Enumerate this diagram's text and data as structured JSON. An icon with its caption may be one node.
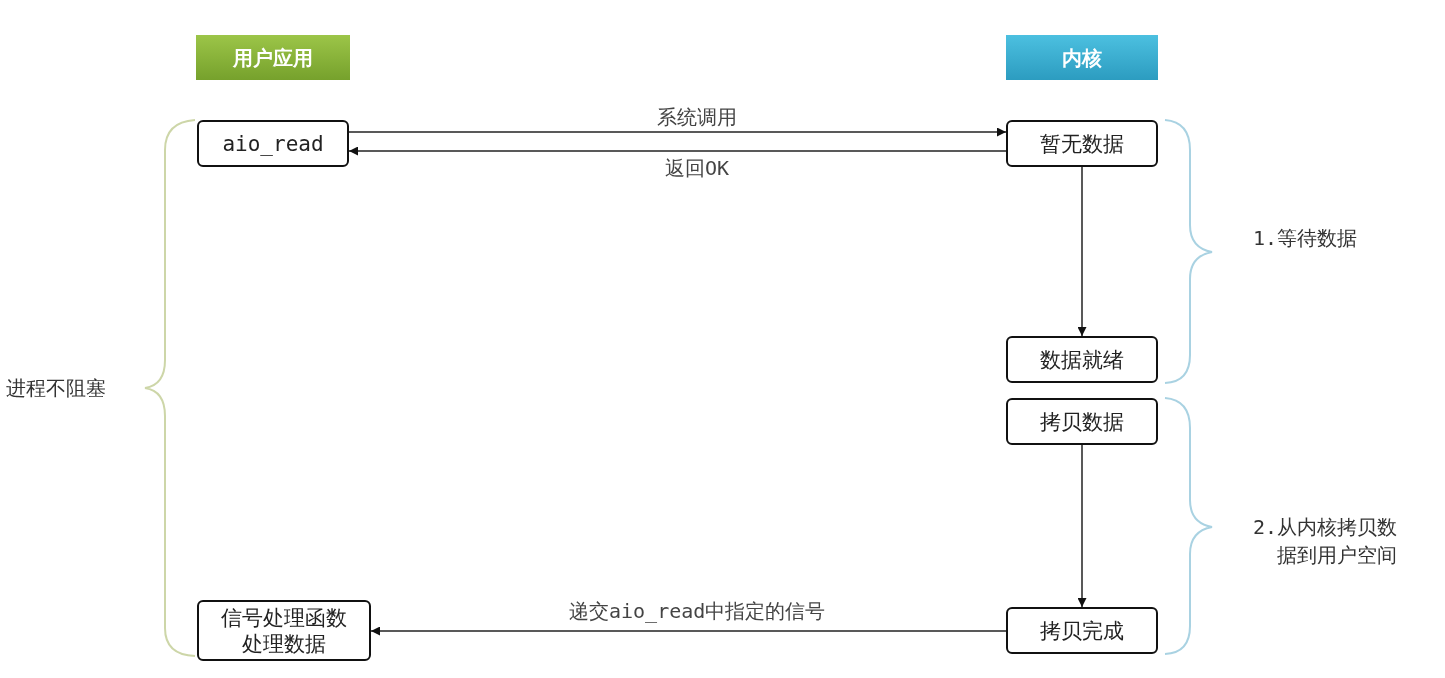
{
  "diagram": {
    "nodes": [
      {
        "text": [
          "用户应用"
        ]
      },
      {
        "text": [
          "内核"
        ]
      },
      {
        "text": [
          "aio_read"
        ]
      },
      {
        "text": [
          "暂无数据"
        ]
      },
      {
        "text": [
          "数据就绪"
        ]
      },
      {
        "text": [
          "拷贝数据"
        ]
      },
      {
        "text": [
          "拷贝完成"
        ]
      },
      {
        "text": [
          "信号处理函数处理数据"
        ]
      }
    ],
    "edges": [
      {
        "from": 2,
        "to": 3,
        "arrow": "to",
        "label": "系统调用"
      },
      {
        "from": 3,
        "to": 2,
        "arrow": "to",
        "label": "返回OK"
      },
      {
        "from": 3,
        "to": 4,
        "arrow": "to"
      },
      {
        "from": 5,
        "to": 6,
        "arrow": "to"
      },
      {
        "from": 6,
        "to": 7,
        "arrow": "to",
        "label": "递交aio_read中指定的信号"
      }
    ],
    "labels": [
      "进程不阻塞",
      "1.等待数据",
      "2.从内核拷贝数据到用户空间"
    ]
  }
}
